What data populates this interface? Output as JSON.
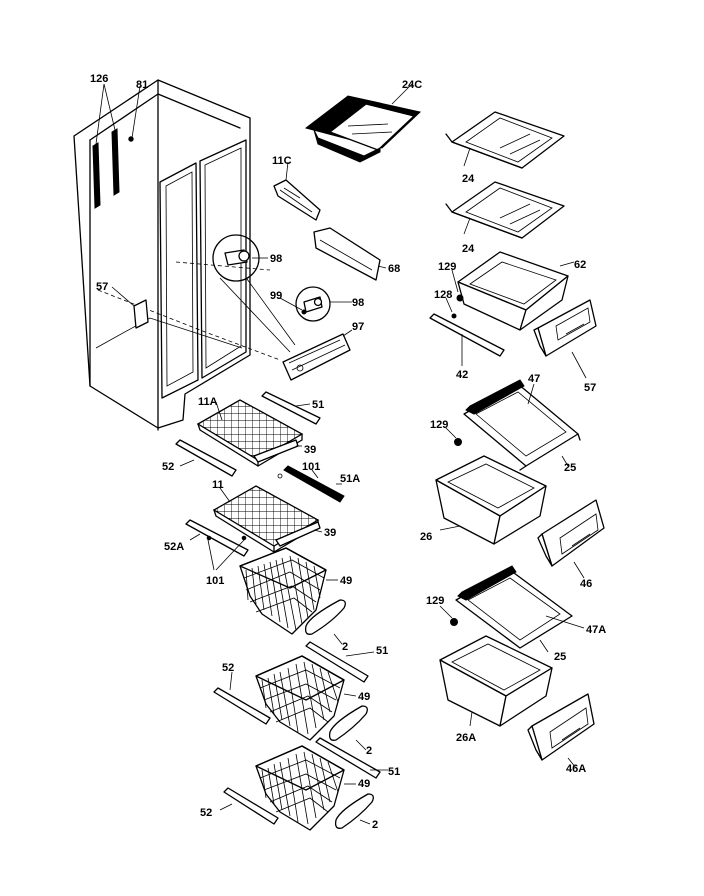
{
  "labels": {
    "l126": "126",
    "l81": "81",
    "l24C": "24C",
    "l11C": "11C",
    "l98a": "98",
    "l68": "68",
    "l57a": "57",
    "l99": "99",
    "l98b": "98",
    "l97": "97",
    "l24a": "24",
    "l24b": "24",
    "l129a": "129",
    "l62": "62",
    "l128": "128",
    "l42": "42",
    "l57b": "57",
    "l11A": "11A",
    "l51a": "51",
    "l52a": "52",
    "l39a": "39",
    "l101a": "101",
    "l51A": "51A",
    "l11": "11",
    "l39b": "39",
    "l52A": "52A",
    "l101b": "101",
    "l49a": "49",
    "l2a": "2",
    "l51b": "51",
    "l52b": "52",
    "l49b": "49",
    "l2b": "2",
    "l49c": "49",
    "l51c": "51",
    "l52c": "52",
    "l2c": "2",
    "l47": "47",
    "l129b": "129",
    "l25a": "25",
    "l26": "26",
    "l46": "46",
    "l129c": "129",
    "l47A": "47A",
    "l25b": "25",
    "l26A": "26A",
    "l46A": "46A"
  }
}
